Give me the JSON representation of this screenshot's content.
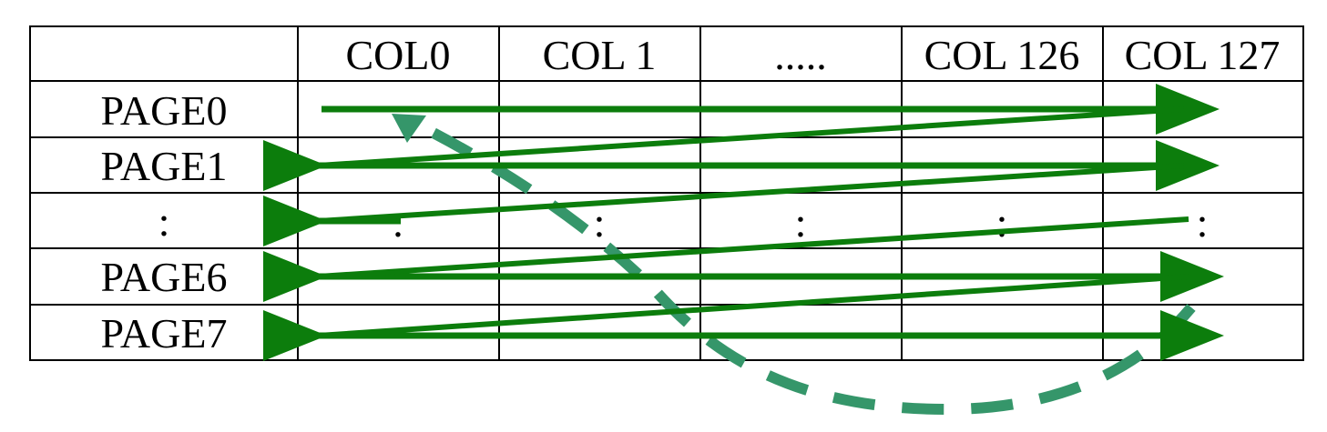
{
  "table": {
    "column_headers": [
      "COL0",
      "COL 1",
      ".....",
      "COL 126",
      "COL 127"
    ],
    "row_headers": [
      "PAGE0",
      "PAGE1",
      ":",
      "PAGE6",
      "PAGE7"
    ],
    "ellipsis_row_marks": [
      ":",
      ":",
      ":",
      ":",
      ":"
    ]
  },
  "colors": {
    "grid": "#000000",
    "scan_arrow": "#0c7d0c",
    "return_path": "#35966a"
  }
}
